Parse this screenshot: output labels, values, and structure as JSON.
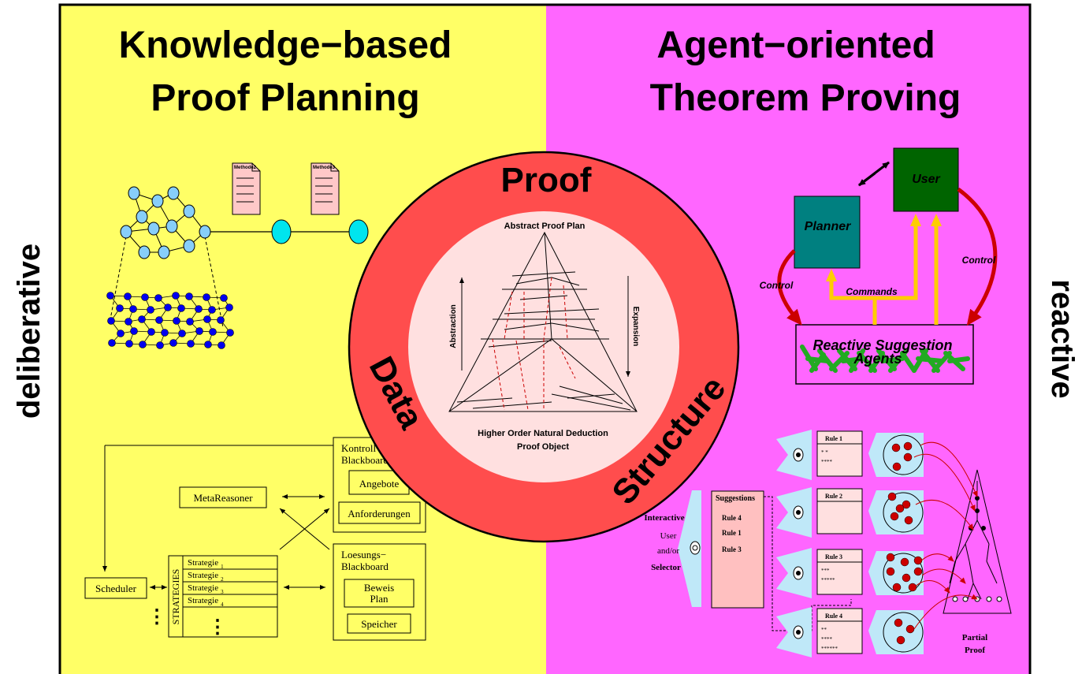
{
  "colors": {
    "left_panel": "#ffff66",
    "right_panel": "#ff66ff",
    "ring": "#ff4d4d",
    "inner_disc": "#ffe0e0",
    "planner": "#008080",
    "user": "#006400",
    "arrow_yellow": "#ffcc00",
    "arrow_red": "#cc0000",
    "node_light": "#87cefa",
    "node_cyan": "#00e5ee",
    "node_blue": "#0000ee",
    "method_doc": "#ffc8c8",
    "sugg_box": "#ffc0c0",
    "rule_box": "#ffe0e0",
    "pale_blue": "#bfe8f8",
    "agent_green": "#22aa22"
  },
  "headings": {
    "left_line1": "Knowledge−based",
    "left_line2": "Proof Planning",
    "right_line1": "Agent−oriented",
    "right_line2": "Theorem Proving",
    "side_left": "deliberative",
    "side_right": "reactive"
  },
  "ring": {
    "proof": "Proof",
    "data": "Data",
    "structure": "Structure"
  },
  "pyramid": {
    "top_label": "Abstract Proof Plan",
    "bottom_line1": "Higher Order Natural Deduction",
    "bottom_line2": "Proof Object",
    "left_arrow": "Abstraction",
    "right_arrow": "Expansion"
  },
  "method_docs": [
    "Methode2",
    "Methode3"
  ],
  "blackboard": {
    "kontroll": "Kontroll−",
    "kontroll2": "Blackboard",
    "angebote": "Angebote",
    "anforderungen": "Anforderungen",
    "meta": "MetaReasoner",
    "loesungs1": "Loesungs−",
    "loesungs2": "Blackboard",
    "beweis1": "Beweis",
    "beweis2": "Plan",
    "speicher": "Speicher",
    "scheduler": "Scheduler",
    "strategies": "STRATEGIES",
    "strategie_rows": [
      {
        "label": "Strategie",
        "sub": "1"
      },
      {
        "label": "Strategie",
        "sub": "2"
      },
      {
        "label": "Strategie",
        "sub": "3"
      },
      {
        "label": "Strategie",
        "sub": "4"
      }
    ],
    "dots": "⋮"
  },
  "agents": {
    "user": "User",
    "planner": "Planner",
    "control_left": "Control",
    "control_right": "Control",
    "commands": "Commands",
    "reactive1": "Reactive Suggestion",
    "reactive2": "Agents"
  },
  "suggestions": {
    "selector1": "Interactive",
    "selector2": "User",
    "selector3": "and/or",
    "selector4": "Selector",
    "title": "Suggestions",
    "items": [
      "Rule 4",
      "Rule 1",
      "Rule 3"
    ],
    "rules": [
      {
        "name": "Rule 1",
        "l1": "* *",
        "l2": "****"
      },
      {
        "name": "Rule 2",
        "l1": "",
        "l2": ""
      },
      {
        "name": "Rule 3",
        "l1": "***",
        "l2": "*****"
      },
      {
        "name": "Rule 4",
        "l1": "**",
        "l2": "****",
        "l3": "******"
      }
    ],
    "partial1": "Partial",
    "partial2": "Proof"
  }
}
